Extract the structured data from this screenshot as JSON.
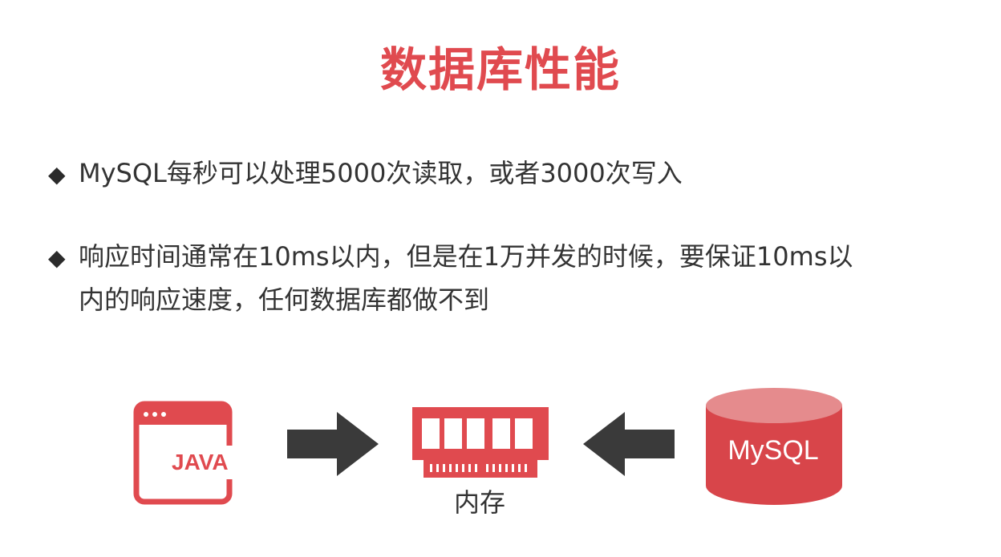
{
  "title": "数据库性能",
  "bullets": [
    {
      "text": "MySQL每秒可以处理5000次读取，或者3000次写入"
    },
    {
      "line1": "响应时间通常在10ms以内，但是在1万并发的时候，要保证10ms以",
      "line2": "内的响应速度，任何数据库都做不到"
    }
  ],
  "diagram": {
    "java_label": "JAVA",
    "memory_label": "内存",
    "db_label": "MySQL",
    "colors": {
      "accent": "#e04a4f",
      "db_top": "#e58b8d",
      "arrow": "#3a3a3a"
    }
  }
}
